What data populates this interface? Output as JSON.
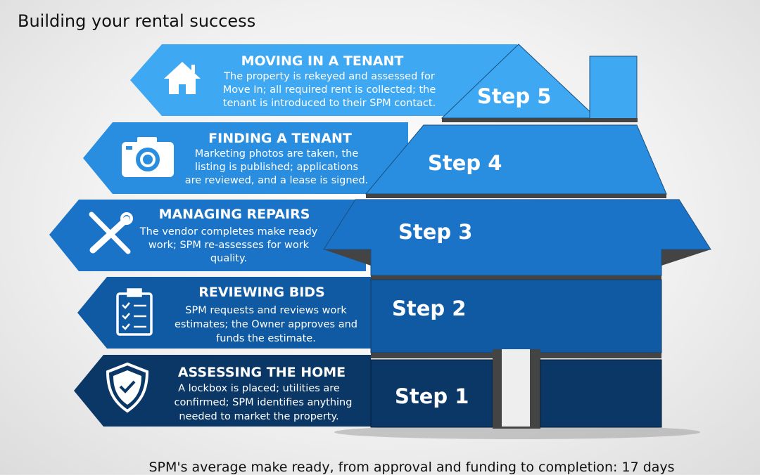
{
  "header": {
    "subtitle": "Building your rental success"
  },
  "colors": {
    "step1": "#0b3767",
    "step2": "#0f5aa3",
    "step3": "#1a73c6",
    "step4": "#2a8ee0",
    "step5": "#3ea8f2"
  },
  "steps": [
    {
      "label": "Step 1",
      "title": "ASSESSING THE HOME",
      "icon": "shield-check-icon",
      "lines": [
        "A lockbox is placed; utilities are",
        "confirmed; SPM identifies anything",
        "needed to market the property."
      ]
    },
    {
      "label": "Step 2",
      "title": "REVIEWING BIDS",
      "icon": "clipboard-checklist-icon",
      "lines": [
        "SPM requests and reviews work",
        "estimates; the Owner approves and",
        "funds the estimate."
      ]
    },
    {
      "label": "Step 3",
      "title": "MANAGING REPAIRS",
      "icon": "tools-icon",
      "lines": [
        "The vendor completes make ready",
        "work; SPM re-assesses for work",
        "quality."
      ]
    },
    {
      "label": "Step 4",
      "title": "FINDING A TENANT",
      "icon": "camera-icon",
      "lines": [
        "Marketing photos are taken, the",
        "listing is published; applications",
        "are reviewed, and a lease is signed."
      ]
    },
    {
      "label": "Step 5",
      "title": "MOVING IN A TENANT",
      "icon": "house-icon",
      "lines": [
        "The property is rekeyed and assessed for",
        "Move In; all required rent is collected; the",
        "tenant is introduced to their SPM contact."
      ]
    }
  ],
  "footer": "SPM's average make ready, from approval and funding to completion: 17 days"
}
